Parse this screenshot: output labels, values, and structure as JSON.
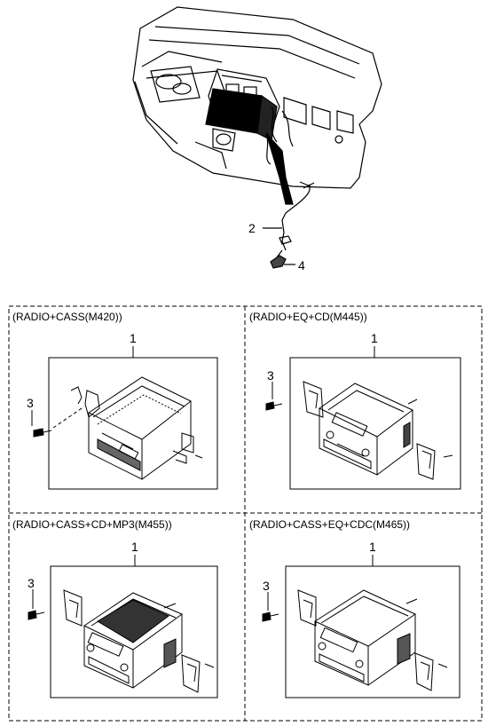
{
  "callouts": {
    "harness": "2",
    "clip": "4"
  },
  "panels": [
    {
      "title": "(RADIO+CASS(M420))",
      "unit_callout": "1",
      "screw_callout": "3"
    },
    {
      "title": "(RADIO+EQ+CD(M445))",
      "unit_callout": "1",
      "screw_callout": "3"
    },
    {
      "title": "(RADIO+CASS+CD+MP3(M455))",
      "unit_callout": "1",
      "screw_callout": "3"
    },
    {
      "title": "(RADIO+CASS+EQ+CDC(M465))",
      "unit_callout": "1",
      "screw_callout": "3"
    }
  ]
}
